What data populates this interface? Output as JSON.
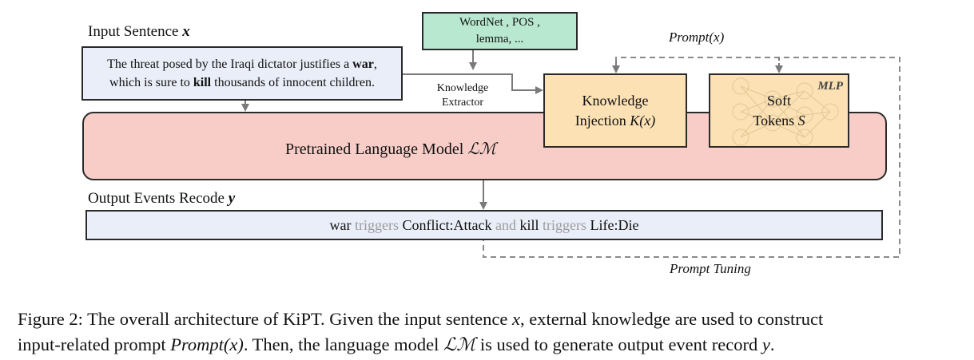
{
  "diagram": {
    "input_label": "Input Sentence ",
    "input_label_var": "x",
    "sentence_line1_pre": "The threat posed by the Iraqi dictator justifies a ",
    "sentence_line1_bold": "war",
    "sentence_line1_post": ",",
    "sentence_line2_pre": "which is sure to ",
    "sentence_line2_bold": "kill",
    "sentence_line2_post": " thousands of innocent children.",
    "kb_line1": "WordNet , POS ,",
    "kb_line2": "lemma, ...",
    "extractor_line1": "Knowledge",
    "extractor_line2": "Extractor",
    "prompt_label": "Prompt(x)",
    "inject_line1": "Knowledge",
    "inject_line2_pre": "Injection ",
    "inject_line2_math": "K(x)",
    "mlp_label": "MLP",
    "soft_line1": "Soft",
    "soft_line2_pre": "Tokens ",
    "soft_line2_math": "S",
    "lm_label_pre": "Pretrained Language Model ",
    "lm_label_math": "ℒℳ",
    "output_label": "Output Events Recode ",
    "output_label_var": "y",
    "output_segments": [
      {
        "text": "war ",
        "style": "normal"
      },
      {
        "text": "triggers ",
        "style": "gray"
      },
      {
        "text": "Conflict:Attack ",
        "style": "normal"
      },
      {
        "text": "and ",
        "style": "gray"
      },
      {
        "text": "kill ",
        "style": "normal"
      },
      {
        "text": "triggers ",
        "style": "gray"
      },
      {
        "text": "Life:Die",
        "style": "normal"
      }
    ],
    "tuning_label": "Prompt Tuning"
  },
  "caption": {
    "line1_a": "Figure 2: The overall architecture of KiPT. Given the input sentence ",
    "line1_var": "x",
    "line1_b": ", external knowledge are used to construct",
    "line2_a": "input-related prompt ",
    "line2_var": "Prompt(x)",
    "line2_b": ". Then, the language model ",
    "line2_math": "ℒℳ",
    "line2_c": " is used to generate output event record ",
    "line2_var2": "y",
    "line2_d": "."
  },
  "colors": {
    "sentence_fill": "#e9eef8",
    "kb_fill": "#b8e8d0",
    "lm_fill": "#f8cdc7",
    "module_fill": "#fbe1b4",
    "gray_text": "#9c9c9c",
    "arrow": "#7a7a7a"
  }
}
